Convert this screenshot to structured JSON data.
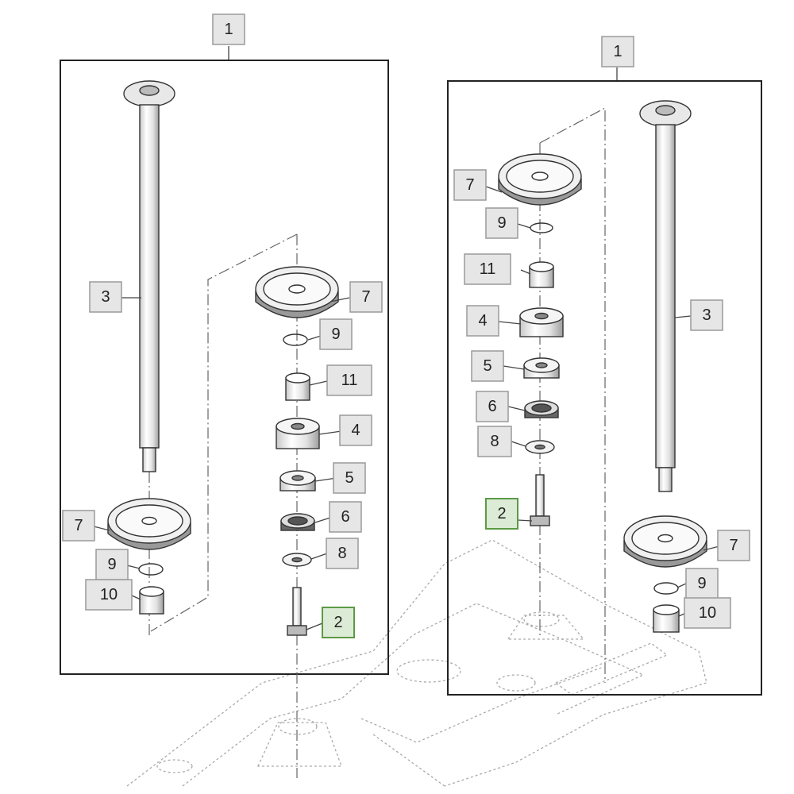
{
  "colors": {
    "callout_fill": "#e6e6e6",
    "callout_active_fill": "#dcebd5",
    "callout_active_border": "#5c9a45",
    "line": "#222222"
  },
  "callouts": {
    "left_assembly": "1",
    "left_shaft": "3",
    "left_upper_pulley": "7",
    "left_upper_oring": "9",
    "left_upper_bushing": "11",
    "left_spacer_large": "4",
    "left_spacer_small": "5",
    "left_bearing": "6",
    "left_washer": "8",
    "left_bolt": "2",
    "left_lower_pulley": "7",
    "left_lower_oring": "9",
    "left_lower_bushing": "10",
    "right_assembly": "1",
    "right_upper_pulley": "7",
    "right_upper_oring": "9",
    "right_upper_bushing": "11",
    "right_spacer_large": "4",
    "right_spacer_small": "5",
    "right_bearing": "6",
    "right_washer": "8",
    "right_bolt": "2",
    "right_shaft": "3",
    "right_lower_pulley": "7",
    "right_lower_oring": "9",
    "right_lower_bushing": "10"
  }
}
